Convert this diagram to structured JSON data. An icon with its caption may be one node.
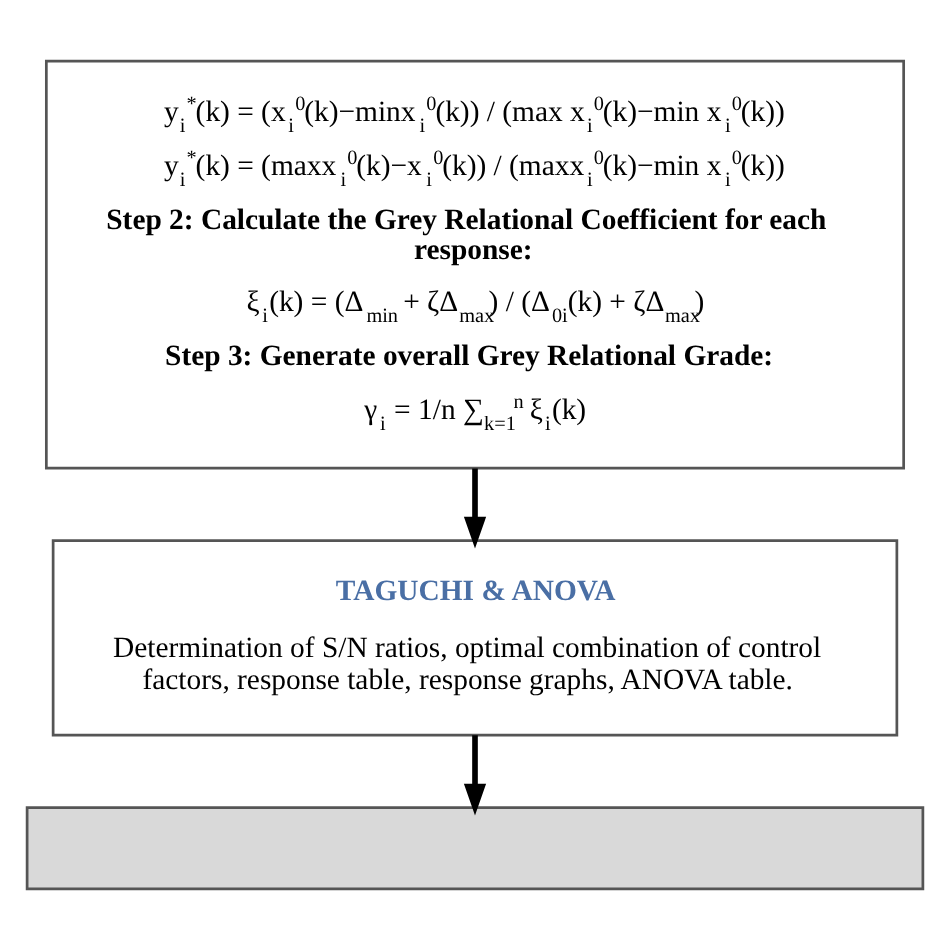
{
  "diagram": {
    "nodes": [
      {
        "text": [
          "y$_{i}$$^{*}$(k) = (x$_{i}$$^{0}$(k)−minx$_{i}$$^{0}$(k)) / (max x$_{i}$$^{0}$(k)−min x$_{i}$$^{0}$(k))",
          "y$_{i}$$^{*}$(k) = (maxx$_{i}$$^{0}$(k)−x$_{i}$$^{0}$(k)) / (maxx$_{i}$$^{0}$(k)−min x$_{i}$$^{0}$(k))",
          "Step 2: Calculate the Grey Relational Coefficient for each response:",
          "ξ$_{i}$(k) = (Δ$_{min}$ + ζΔ$_{max}$) / (Δ$_{0i}$(k) + ζΔ$_{max}$)",
          "Step 3: Generate overall Grey Relational Grade:",
          "γ$_{i}$ = 1/n ∑$_{k=1}$$^{n}$ ξ$_{i}$(k)"
        ]
      },
      {
        "text": [
          "TAGUCHI & ANOVA",
          "Determination of S/N ratios, optimal combination of control factors, response table, response graphs, ANOVA table."
        ]
      },
      {
        "text": [],
        "shape": "box"
      }
    ],
    "edges": [
      {
        "from": 0,
        "to": 1,
        "arrow": "to"
      },
      {
        "from": 1,
        "to": 2,
        "arrow": "to"
      }
    ]
  }
}
